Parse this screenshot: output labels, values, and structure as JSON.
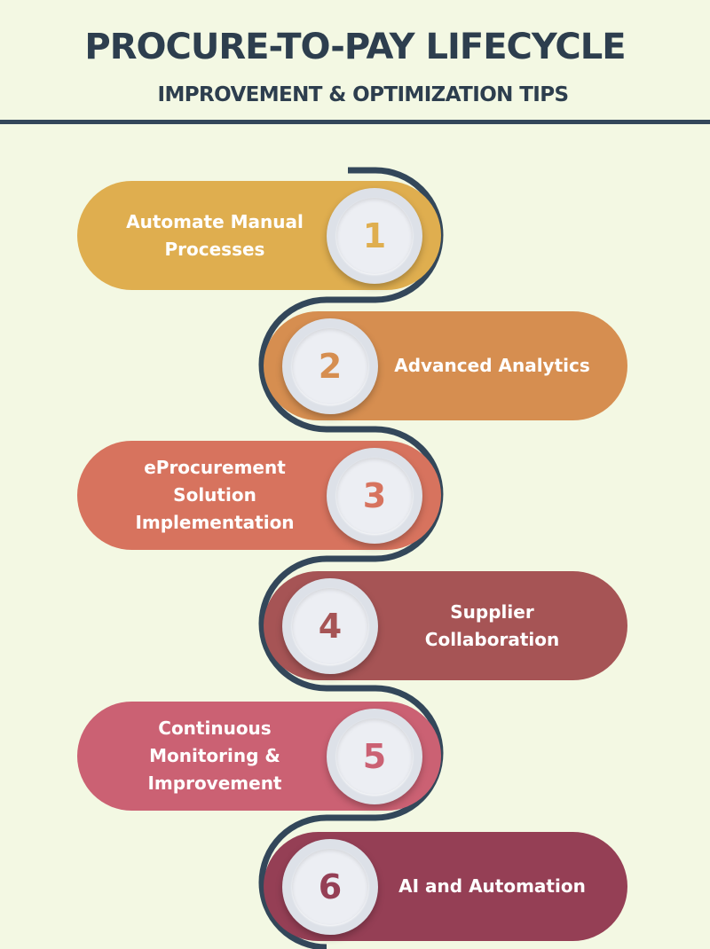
{
  "header": {
    "title": "PROCURE-TO-PAY LIFECYCLE",
    "subtitle": "IMPROVEMENT & OPTIMIZATION TIPS"
  },
  "colors": {
    "background": "#f3f8e3",
    "heading": "#2d3e4e",
    "connector": "#33475a"
  },
  "steps": [
    {
      "number": "1",
      "label": "Automate Manual\nProcesses",
      "side": "left",
      "color": "#dfae4f"
    },
    {
      "number": "2",
      "label": "Advanced Analytics",
      "side": "right",
      "color": "#d68e50"
    },
    {
      "number": "3",
      "label": "eProcurement\nSolution\nImplementation",
      "side": "left",
      "color": "#d7735e"
    },
    {
      "number": "4",
      "label": "Supplier\nCollaboration",
      "side": "right",
      "color": "#a65455"
    },
    {
      "number": "5",
      "label": "Continuous\nMonitoring &\nImprovement",
      "side": "left",
      "color": "#cb6173"
    },
    {
      "number": "6",
      "label": "AI and Automation",
      "side": "right",
      "color": "#953f55"
    }
  ]
}
